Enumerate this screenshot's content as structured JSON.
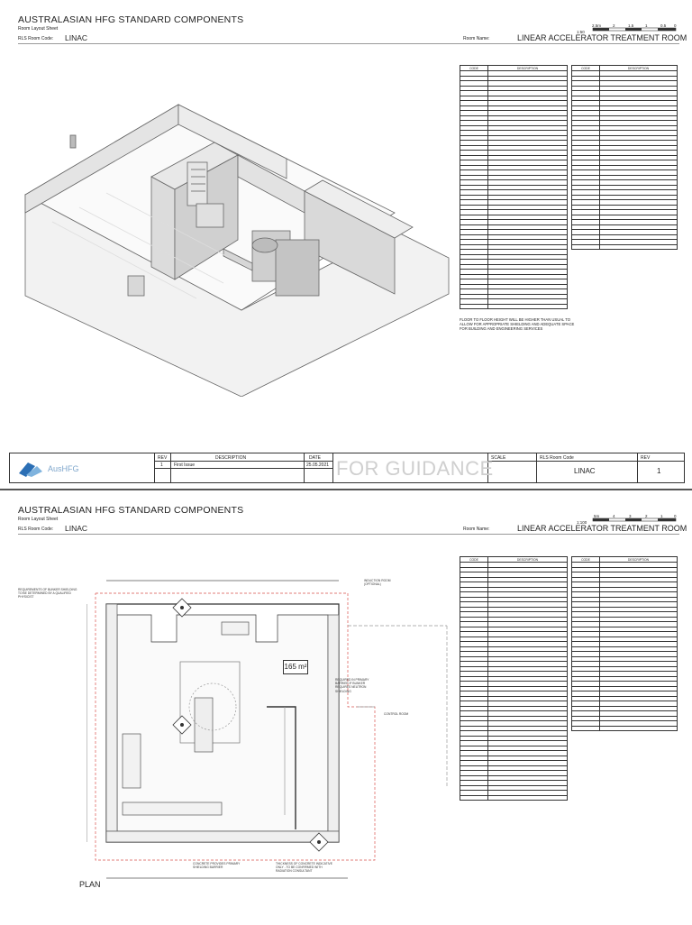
{
  "sheet1": {
    "header": {
      "title": "AUSTRALASIAN HFG STANDARD COMPONENTS",
      "subtitle": "Room Layout Sheet",
      "room_code_label": "RLS Room Code:",
      "room_code": "LINAC",
      "room_name_label": "Room Name:",
      "room_name": "LINEAR ACCELERATOR TREATMENT ROOM",
      "scale_caption": "1:50",
      "scale_ticks": [
        "2.5m",
        "2",
        "1.5",
        "1",
        "0.5",
        "0"
      ]
    },
    "legend_headers": {
      "code": "CODE",
      "description": "DESCRIPTION"
    },
    "note": "FLOOR TO FLOOR HEIGHT WILL BE HIGHER THAN USUAL TO ALLOW FOR APPROPRIATE SHIELDING AND ADEQUATE SPACE FOR BUILDING AND ENGINEERING SERVICES",
    "title_block": {
      "logo_text": "AusHFG",
      "rev_label": "REV",
      "description_label": "DESCRIPTION",
      "date_label": "DATE",
      "rev": "1",
      "description": "First Issue",
      "date": "25.05.2021",
      "guidance": "FOR GUIDANCE",
      "scale_label": "SCALE",
      "rls_label": "RLS Room Code",
      "rls_code": "LINAC",
      "rev_value": "1"
    }
  },
  "sheet2": {
    "header": {
      "title": "AUSTRALASIAN HFG STANDARD COMPONENTS",
      "subtitle": "Room Layout Sheet",
      "room_code_label": "RLS Room Code:",
      "room_code": "LINAC",
      "room_name_label": "Room Name:",
      "room_name": "LINEAR ACCELERATOR TREATMENT ROOM",
      "scale_caption": "1:100",
      "scale_ticks": [
        "5m",
        "4",
        "3",
        "2",
        "1",
        "0"
      ]
    },
    "legend_headers": {
      "code": "CODE",
      "description": "DESCRIPTION"
    },
    "plan_label": "PLAN",
    "area_label": "165 m²",
    "plan_notes": {
      "left": "REQUIREMENTS OF BUNKER SHIELDING TO BE DETERMINED BY A QUALIFIED PHYSICIST",
      "room_note": "INDUCTION ROOM (OPTIONAL)",
      "control": "CONTROL ROOM",
      "right": "REQUIRED IN PRIMARY BARRIER IF BUNKER REQUIRES NEUTRON SHIELDING",
      "bottom_left": "CONCRETE PROVIDES PRIMARY SHIELDING BARRIER",
      "bottom_right": "THICKNESS OF CONCRETE INDICATIVE ONLY - TO BE CONFIRMED WITH RADIATION CONSULTANT"
    }
  }
}
